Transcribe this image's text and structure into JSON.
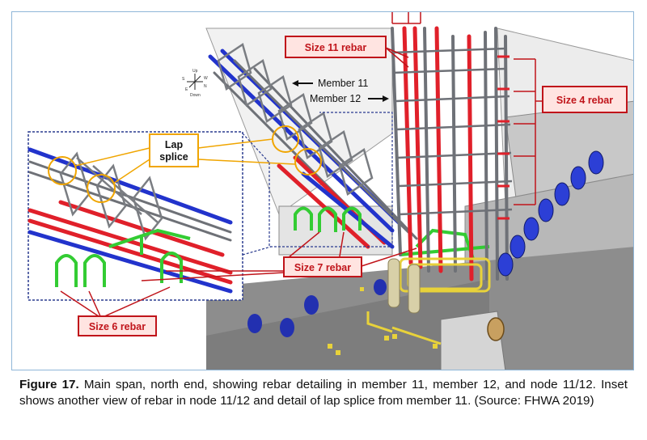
{
  "labels": {
    "size_11": "Size 11 rebar",
    "size_4": "Size 4 rebar",
    "size_7": "Size 7 rebar",
    "size_6": "Size 6 rebar",
    "lap_line1": "Lap",
    "lap_line2": "splice",
    "member_11": "Member 11",
    "member_12": "Member 12"
  },
  "compass": {
    "up": "Up",
    "down": "Down",
    "n": "N",
    "s": "S",
    "e": "E",
    "w": "W"
  },
  "caption": {
    "label": "Figure 17.",
    "text": " Main span, north end, showing rebar detailing in member 11, member 12, and node 11/12. Inset shows another view of rebar in node 11/12 and detail of lap splice from member 11. (Source: FHWA 2019)"
  },
  "colors": {
    "callout_red": "#c0141a",
    "callout_fill": "#ffe4e1",
    "lap_orange": "#f0a500",
    "inset_border": "#2a3b8f",
    "frame_blue": "#8fb6d8",
    "rebar_red": "#e0202a",
    "rebar_blue": "#2233cc",
    "rebar_green": "#33cc33",
    "rebar_gray": "#6e7177",
    "duct_blue": "#2c3fd6"
  }
}
